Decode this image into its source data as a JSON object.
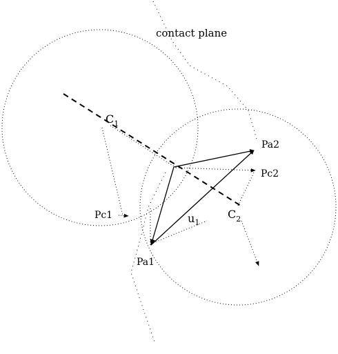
{
  "labels": {
    "contact_plane": "contact plane",
    "c1": "C",
    "c1_sub": "1",
    "c2": "C",
    "c2_sub": "2",
    "pc1": "Pc1",
    "pc2": "Pc2",
    "pa1": "Pa1",
    "pa2": "Pa2",
    "u1": "u",
    "u1_sub": "1"
  }
}
